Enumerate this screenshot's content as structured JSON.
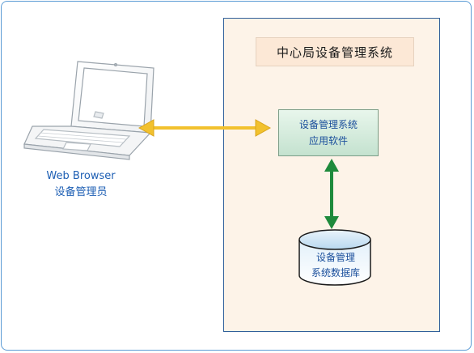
{
  "system_title": "中心局设备管理系统",
  "app_box": {
    "line1": "设备管理系统",
    "line2": "应用软件"
  },
  "database": {
    "line1": "设备管理",
    "line2": "系统数据库"
  },
  "client": {
    "line1": "Web Browser",
    "line2": "设备管理员"
  },
  "colors": {
    "frame_border": "#5b9bd5",
    "server_area_fill": "#fdf3e8",
    "arrow_horizontal": "#f2c12e",
    "arrow_vertical": "#1e8a3c",
    "text_blue": "#1e5fb4"
  }
}
